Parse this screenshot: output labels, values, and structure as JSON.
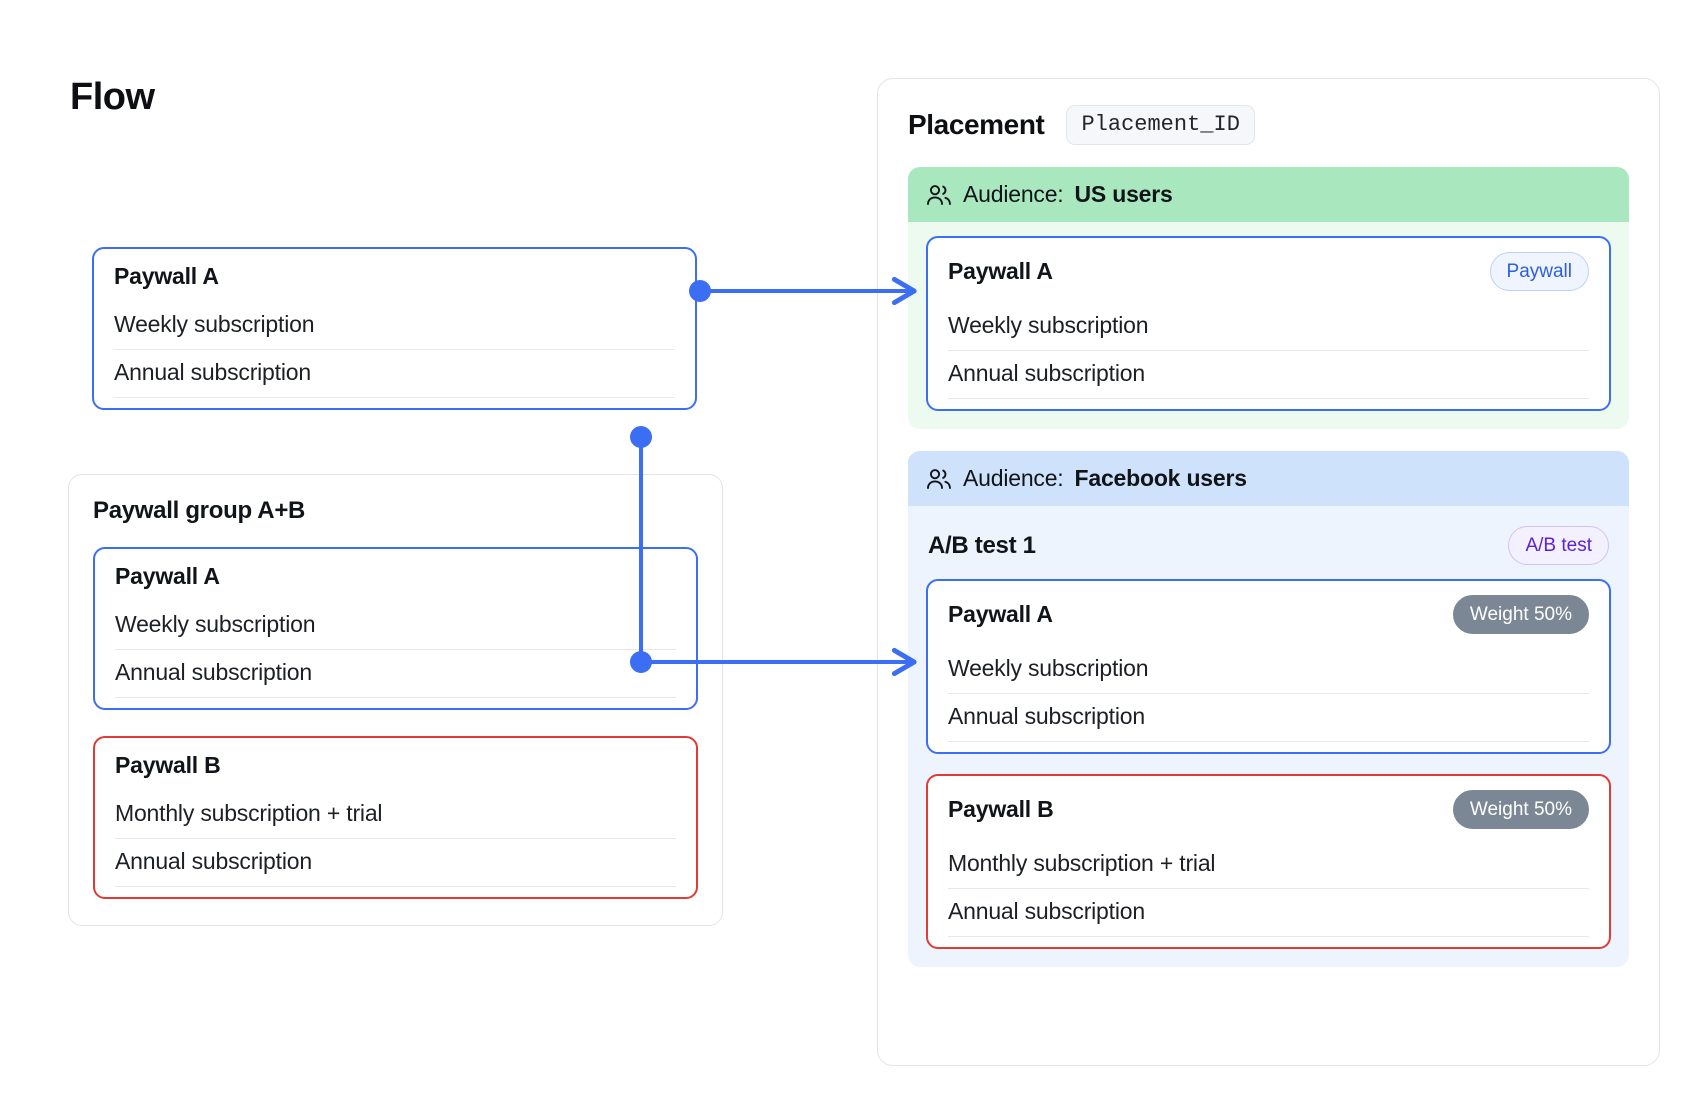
{
  "page": {
    "title": "Flow"
  },
  "colors": {
    "accent_blue": "#3b6ef3",
    "danger_red": "#e03b35",
    "audience_green": "#a9e8bf",
    "audience_blue": "#cfe2fb",
    "badge_gray": "#7c8796",
    "badge_purple": "#5b21d6"
  },
  "left": {
    "standalone_card": {
      "title": "Paywall A",
      "rows": [
        "Weekly subscription",
        "Annual subscription"
      ],
      "border": "blue"
    },
    "group": {
      "title": "Paywall group A+B",
      "cards": [
        {
          "title": "Paywall A",
          "rows": [
            "Weekly subscription",
            "Annual subscription"
          ],
          "border": "blue"
        },
        {
          "title": "Paywall B",
          "rows": [
            "Monthly subscription + trial",
            "Annual subscription"
          ],
          "border": "red"
        }
      ]
    }
  },
  "placement": {
    "title": "Placement",
    "id_badge": "Placement_ID",
    "audiences": [
      {
        "icon": "people-icon",
        "label": "Audience:",
        "name": "US users",
        "tone": "green",
        "card": {
          "title": "Paywall A",
          "badge": "Paywall",
          "rows": [
            "Weekly subscription",
            "Annual subscription"
          ],
          "border": "blue"
        }
      },
      {
        "icon": "people-icon",
        "label": "Audience:",
        "name": "Facebook users",
        "tone": "blue",
        "abtest": {
          "title": "A/B test 1",
          "badge": "A/B test",
          "cards": [
            {
              "title": "Paywall A",
              "badge": "Weight 50%",
              "rows": [
                "Weekly subscription",
                "Annual subscription"
              ],
              "border": "blue"
            },
            {
              "title": "Paywall B",
              "badge": "Weight 50%",
              "rows": [
                "Monthly subscription + trial",
                "Annual subscription"
              ],
              "border": "red"
            }
          ]
        }
      }
    ]
  }
}
